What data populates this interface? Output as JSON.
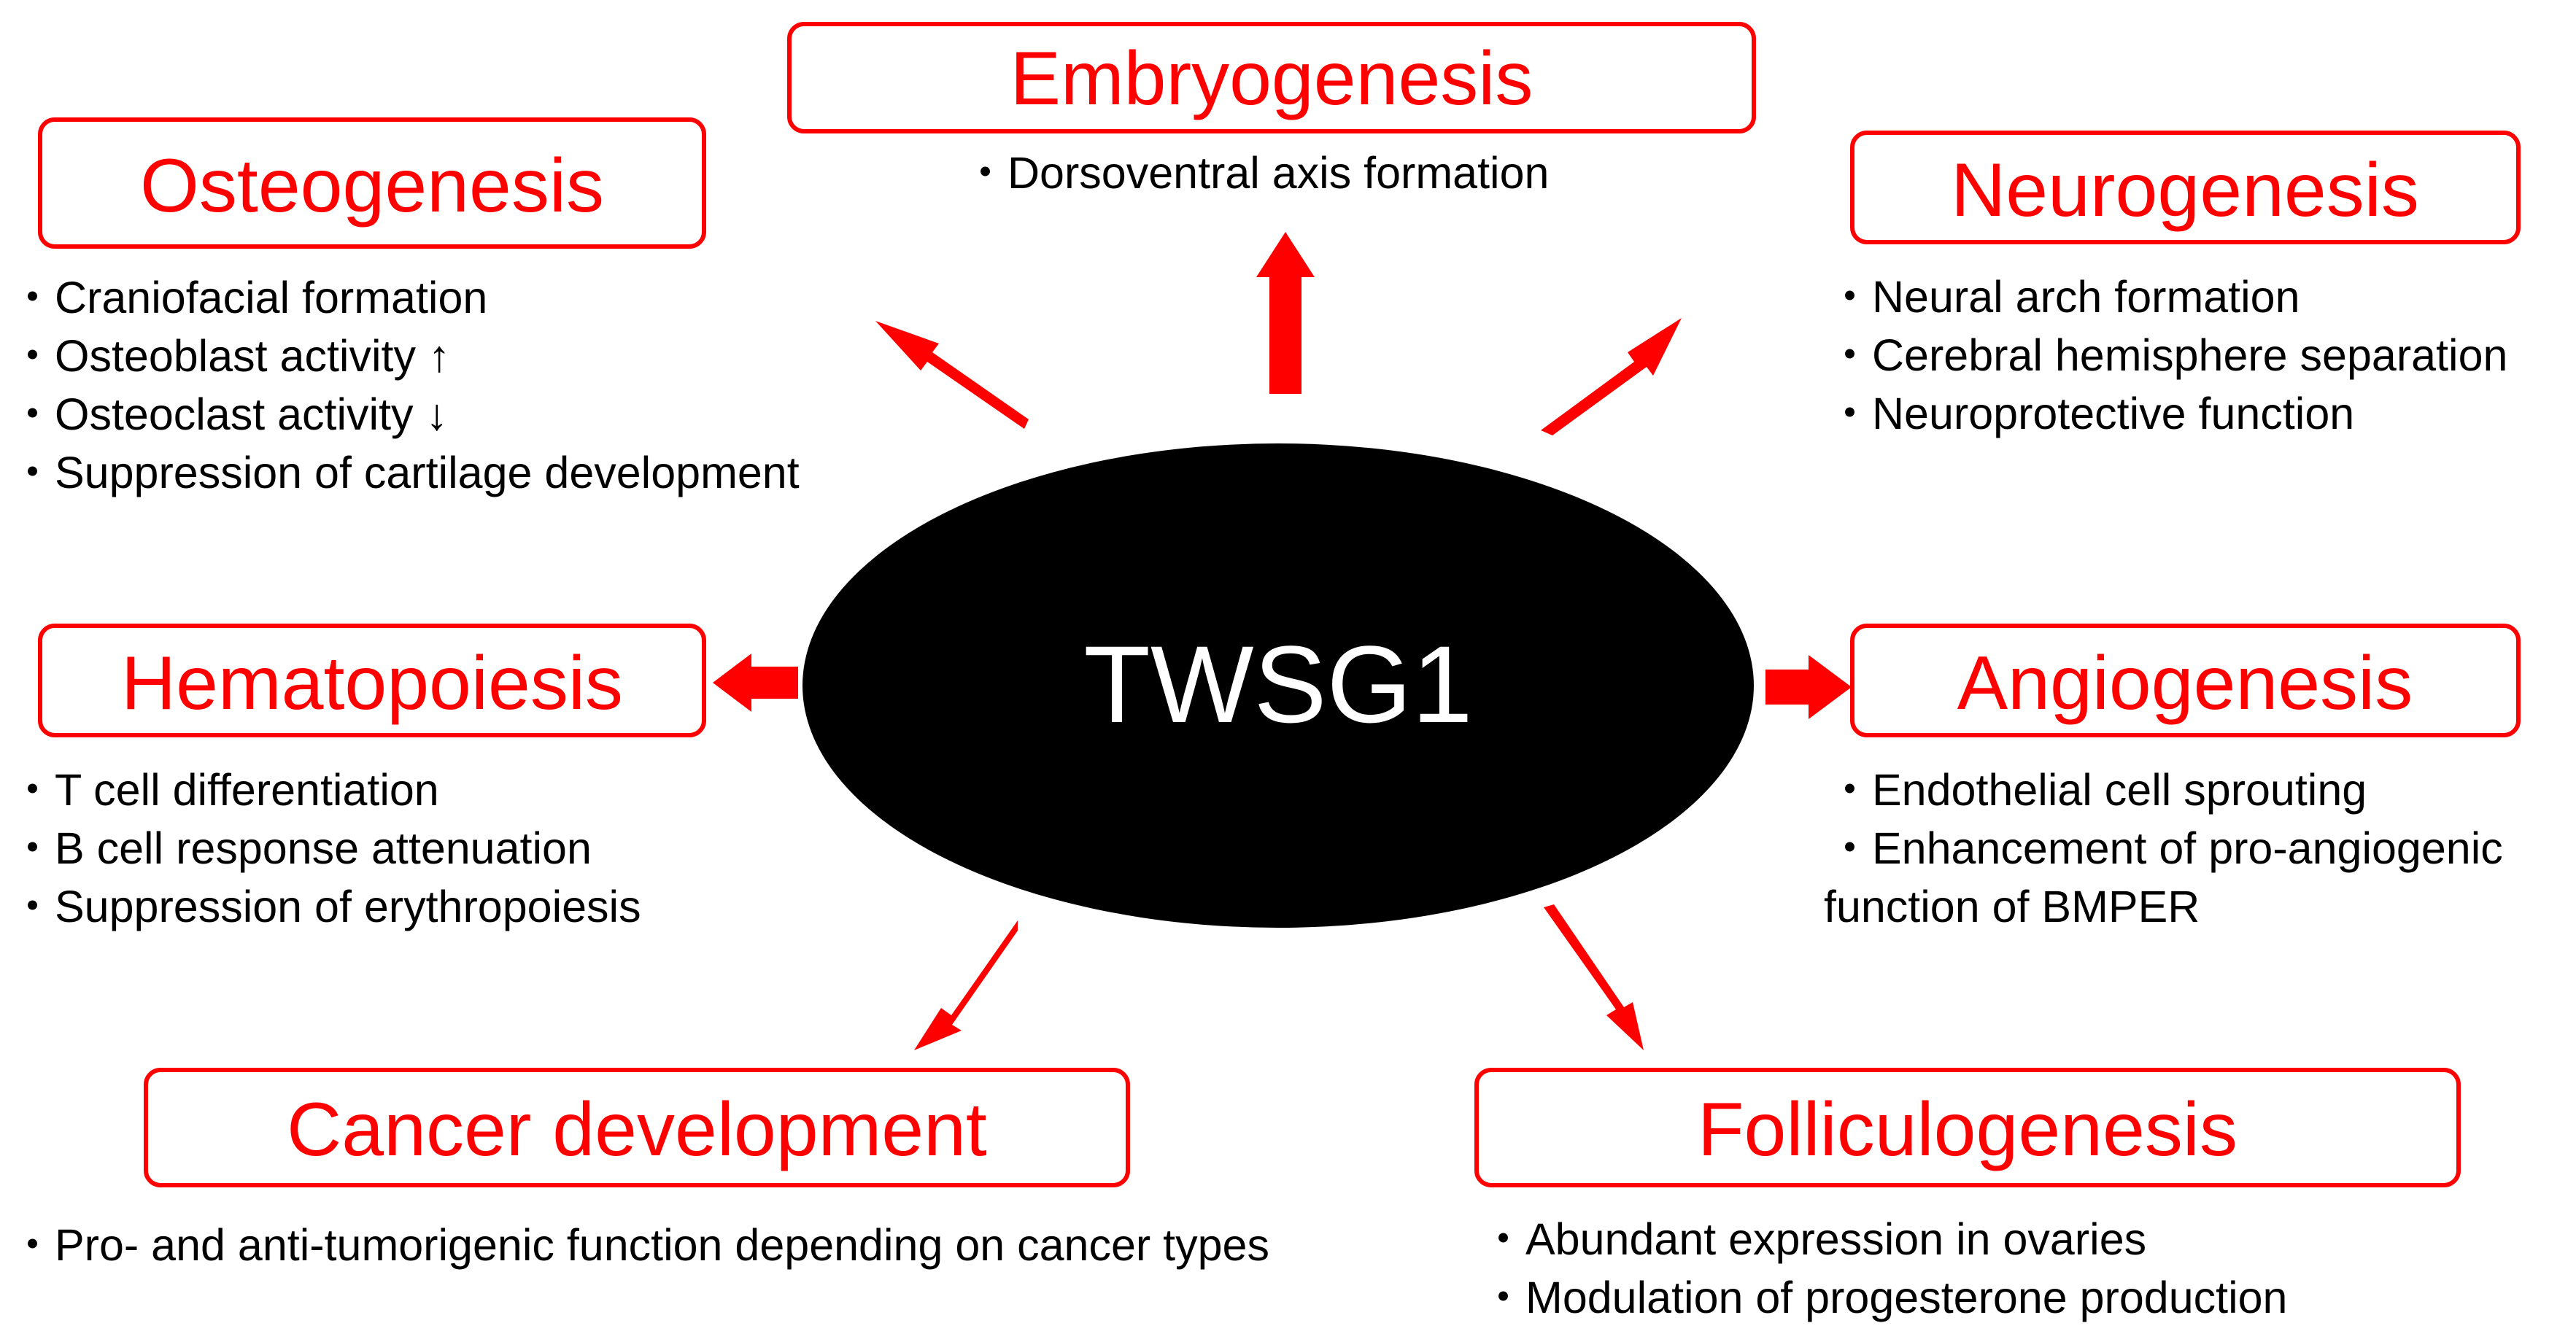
{
  "colors": {
    "accent": "#ff0000",
    "center_fill": "#000000",
    "center_text": "#ffffff",
    "text": "#000000"
  },
  "center": {
    "label": "TWSG1"
  },
  "boxes": {
    "embryogenesis": {
      "title": "Embryogenesis",
      "items": [
        "・Dorsoventral axis formation"
      ]
    },
    "osteogenesis": {
      "title": "Osteogenesis",
      "items": [
        "・Craniofacial formation",
        "・Osteoblast activity ↑",
        "・Osteoclast activity ↓",
        "・Suppression of cartilage development"
      ]
    },
    "neurogenesis": {
      "title": "Neurogenesis",
      "items": [
        "・Neural arch formation",
        "・Cerebral hemisphere separation",
        "・Neuroprotective function"
      ]
    },
    "hematopoiesis": {
      "title": "Hematopoiesis",
      "items": [
        "・T cell differentiation",
        "・B cell response attenuation",
        "・Suppression of erythropoiesis"
      ]
    },
    "angiogenesis": {
      "title": "Angiogenesis",
      "items": [
        "・Endothelial cell sprouting",
        "・Enhancement of pro-angiogenic",
        "function of BMPER"
      ]
    },
    "cancer": {
      "title": "Cancer development",
      "items": [
        "・Pro- and anti-tumorigenic function depending on cancer types"
      ]
    },
    "folliculogenesis": {
      "title": "Folliculogenesis",
      "items": [
        "・Abundant expression in ovaries",
        "・Modulation of progesterone production"
      ]
    }
  }
}
